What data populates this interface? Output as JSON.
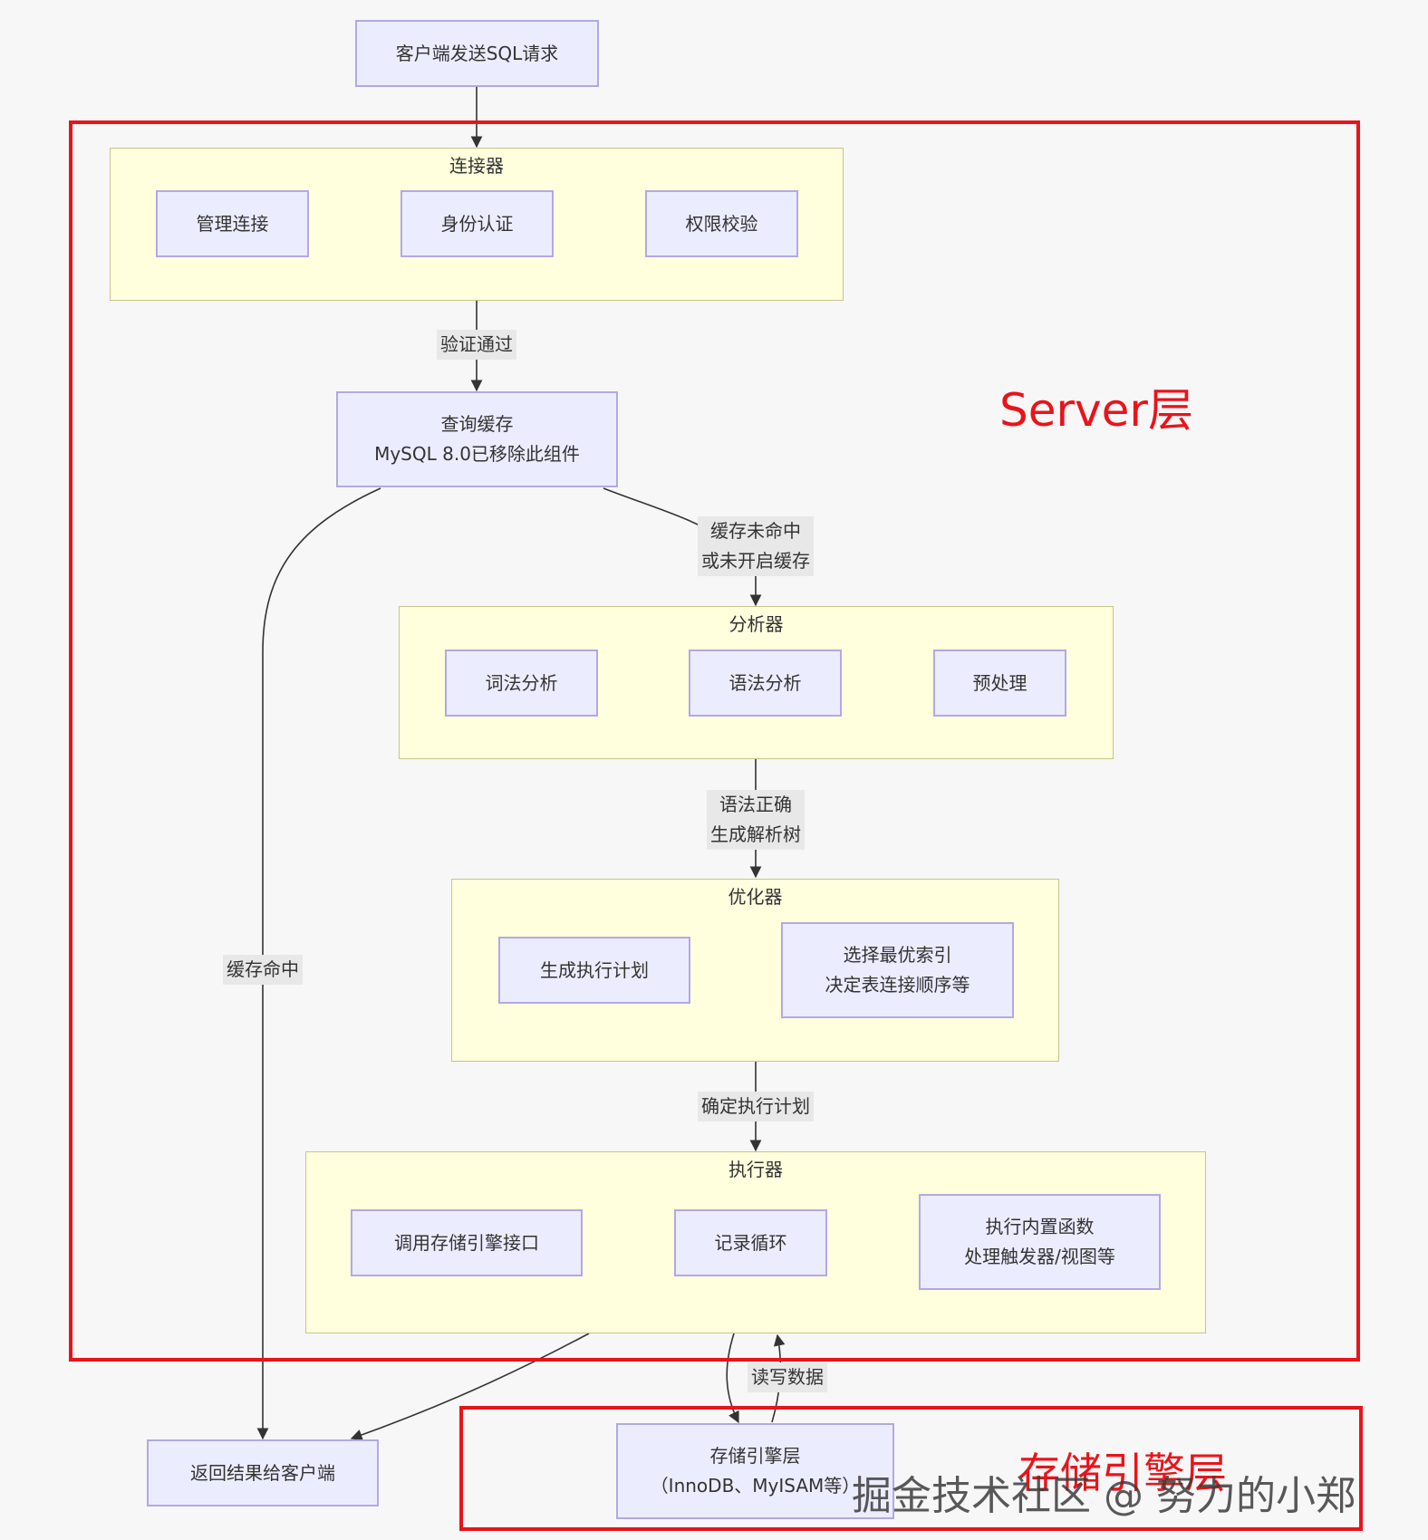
{
  "nodes": {
    "client_request": "客户端发送SQL请求",
    "manage_conn": "管理连接",
    "auth": "身份认证",
    "perm_check": "权限校验",
    "query_cache_l1": "查询缓存",
    "query_cache_l2": "MySQL 8.0已移除此组件",
    "lexical": "词法分析",
    "syntax": "语法分析",
    "preprocess": "预处理",
    "gen_plan": "生成执行计划",
    "choose_index_l1": "选择最优索引",
    "choose_index_l2": "决定表连接顺序等",
    "call_engine": "调用存储引擎接口",
    "record_loop": "记录循环",
    "builtin_l1": "执行内置函数",
    "builtin_l2": "处理触发器/视图等",
    "return_result": "返回结果给客户端",
    "storage_l1": "存储引擎层",
    "storage_l2": "（InnoDB、MyISAM等）"
  },
  "clusters": {
    "connector": "连接器",
    "analyzer": "分析器",
    "optimizer": "优化器",
    "executor": "执行器"
  },
  "edge_labels": {
    "verify_pass": "验证通过",
    "cache_miss_l1": "缓存未命中",
    "cache_miss_l2": "或未开启缓存",
    "syntax_ok_l1": "语法正确",
    "syntax_ok_l2": "生成解析树",
    "plan_fixed": "确定执行计划",
    "cache_hit": "缓存命中",
    "read_write": "读写数据"
  },
  "regions": {
    "server": "Server层",
    "storage": "存储引擎层"
  },
  "watermark": "掘金技术社区 @ 努力的小郑",
  "colors": {
    "node_fill": "#ECECFF",
    "node_border": "#b2a9e3",
    "cluster_fill": "#ffffde",
    "region": "#e8141a"
  }
}
